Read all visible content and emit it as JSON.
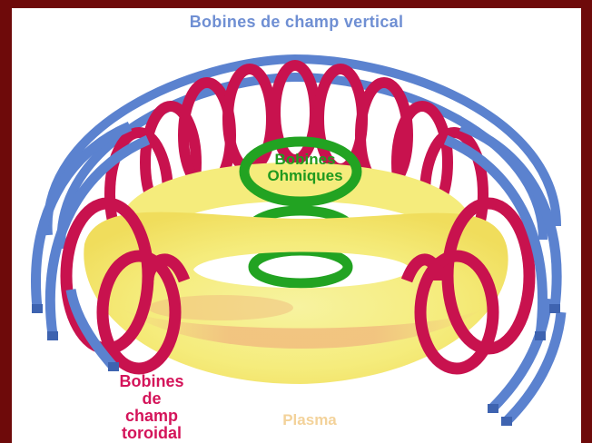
{
  "labels": {
    "vertical_field_coils": "Bobines de champ vertical",
    "ohmic_coils_line1": "Bobines",
    "ohmic_coils_line2": "Ohmiques",
    "toroidal_coils_line1": "Bobines",
    "toroidal_coils_line2": "de",
    "toroidal_coils_line3": "champ",
    "toroidal_coils_line4": "toroidal",
    "plasma": "Plasma"
  },
  "colors": {
    "frame": "#6e0a0a",
    "vertical_coils": "#5b82cf",
    "toroidal_coils": "#c8124e",
    "ohmic_coils": "#22a322",
    "plasma": "#f6f08a",
    "plasma_glow": "#f2c98a",
    "label_vertical": "#6f8fd3",
    "label_ohmic": "#1f9a1f",
    "label_toroidal": "#d4145a",
    "label_plasma": "#f3d29a"
  }
}
